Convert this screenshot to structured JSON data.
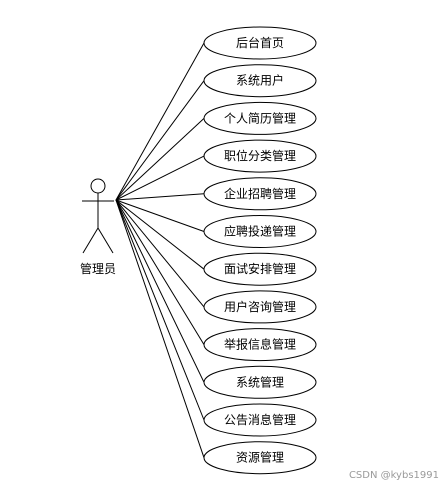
{
  "actor": {
    "label": "管理员"
  },
  "use_cases": [
    {
      "label": "后台首页"
    },
    {
      "label": "系统用户"
    },
    {
      "label": "个人简历管理"
    },
    {
      "label": "职位分类管理"
    },
    {
      "label": "企业招聘管理"
    },
    {
      "label": "应聘投递管理"
    },
    {
      "label": "面试安排管理"
    },
    {
      "label": "用户咨询管理"
    },
    {
      "label": "举报信息管理"
    },
    {
      "label": "系统管理"
    },
    {
      "label": "公告消息管理"
    },
    {
      "label": "资源管理"
    }
  ],
  "watermark": "CSDN @kybs1991",
  "colors": {
    "stroke": "#000000",
    "background": "#ffffff",
    "watermark": "#9a9a9a"
  }
}
